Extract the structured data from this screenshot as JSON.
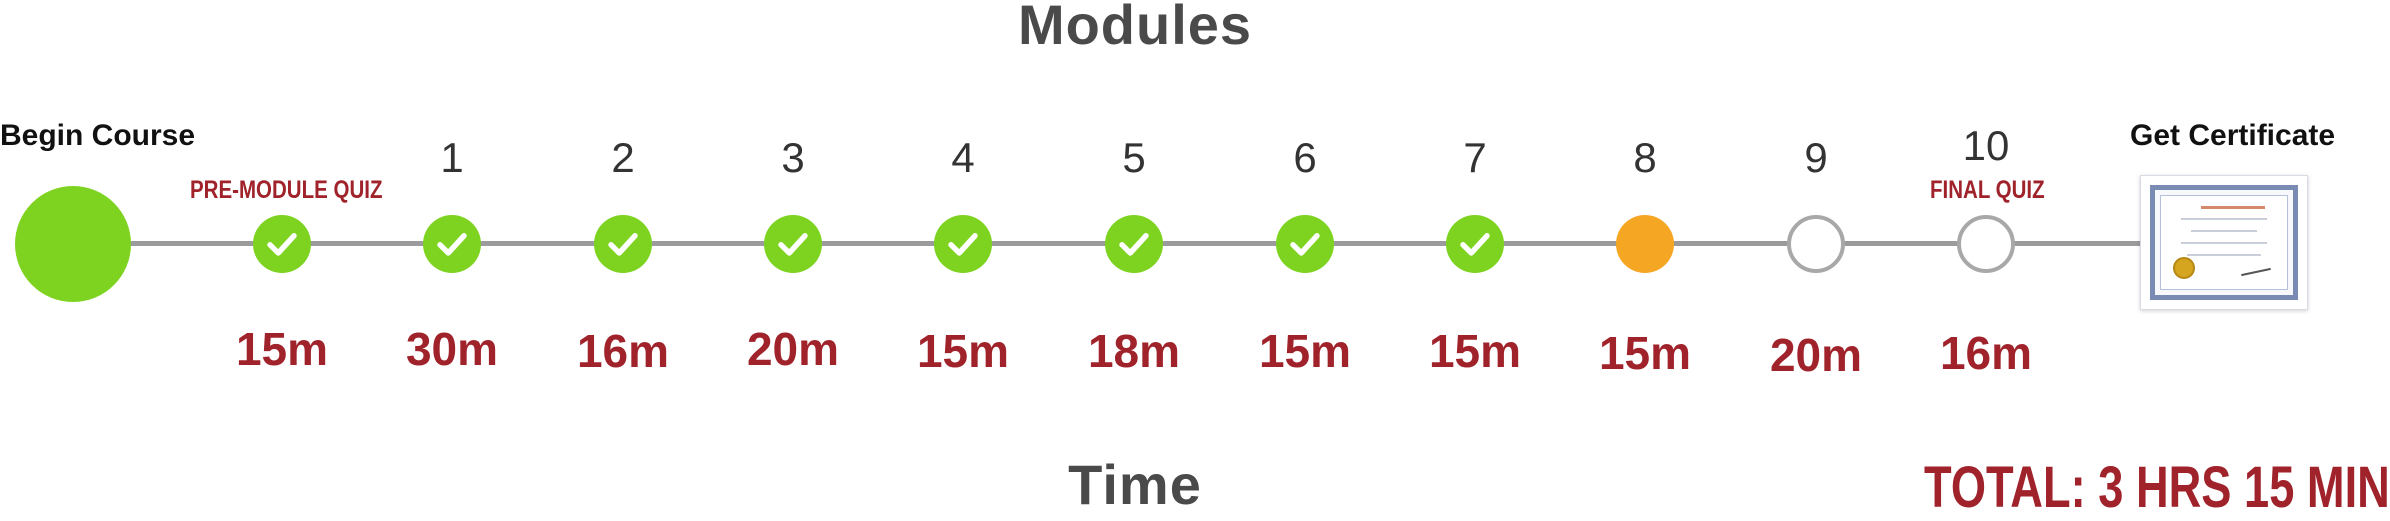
{
  "titles": {
    "top": "Modules",
    "bottom": "Time"
  },
  "start": {
    "label": "Begin Course"
  },
  "end": {
    "label": "Get Certificate"
  },
  "nodes": [
    {
      "number": "",
      "status": "done",
      "duration": "15m",
      "quiz_label": "PRE-MODULE QUIZ"
    },
    {
      "number": "1",
      "status": "done",
      "duration": "30m",
      "quiz_label": ""
    },
    {
      "number": "2",
      "status": "done",
      "duration": "16m",
      "quiz_label": ""
    },
    {
      "number": "3",
      "status": "done",
      "duration": "20m",
      "quiz_label": ""
    },
    {
      "number": "4",
      "status": "done",
      "duration": "15m",
      "quiz_label": ""
    },
    {
      "number": "5",
      "status": "done",
      "duration": "18m",
      "quiz_label": ""
    },
    {
      "number": "6",
      "status": "done",
      "duration": "15m",
      "quiz_label": ""
    },
    {
      "number": "7",
      "status": "done",
      "duration": "15m",
      "quiz_label": ""
    },
    {
      "number": "8",
      "status": "current",
      "duration": "15m",
      "quiz_label": ""
    },
    {
      "number": "9",
      "status": "pending",
      "duration": "20m",
      "quiz_label": ""
    },
    {
      "number": "10",
      "status": "pending",
      "duration": "16m",
      "quiz_label": "FINAL QUIZ"
    }
  ],
  "total": {
    "label": "TOTAL: 3 HRS 15 MIN"
  },
  "colors": {
    "done": "#7ed321",
    "current": "#f5a623",
    "pending_border": "#a8a8a8",
    "accent_red": "#a0232b",
    "line": "#9b9b9b"
  },
  "icons": {
    "done": "checkmark-icon",
    "certificate": "certificate-icon"
  }
}
